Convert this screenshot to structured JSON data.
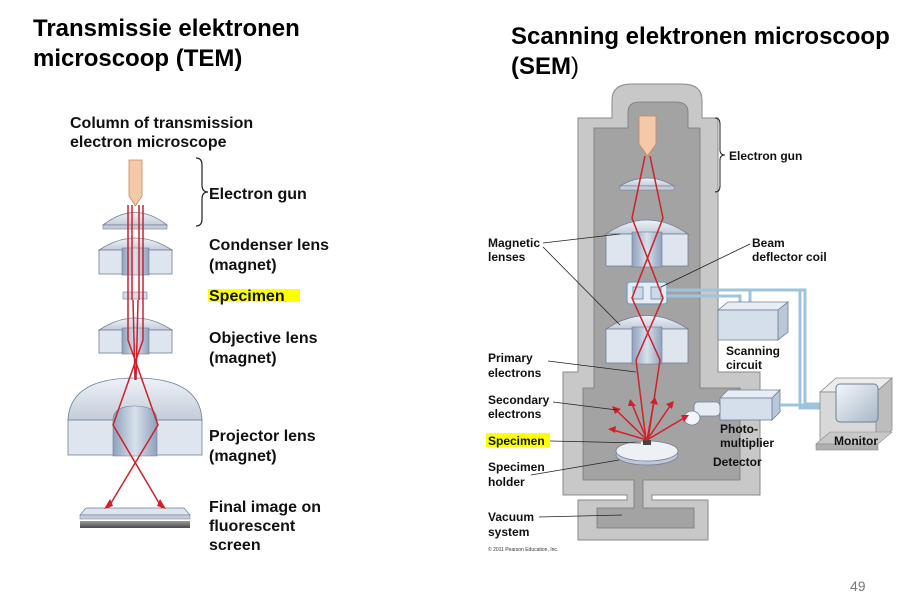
{
  "tem": {
    "title_line1": "Transmissie elektronen",
    "title_line2": "microscoop (TEM)",
    "column_label_line1": "Column of transmission",
    "column_label_line2": "electron microscope",
    "electron_gun": "Electron gun",
    "condenser_line1": "Condenser lens",
    "condenser_line2": "(magnet)",
    "specimen": "Specimen",
    "objective_line1": "Objective lens",
    "objective_line2": "(magnet)",
    "projector_line1": "Projector lens",
    "projector_line2": "(magnet)",
    "final_line1": "Final image on",
    "final_line2": "fluorescent",
    "final_line3": "screen"
  },
  "sem": {
    "title": "Scanning elektronen microscoop (SEM",
    "title_paren": ")",
    "electron_gun": "Electron gun",
    "magnetic_line1": "Magnetic",
    "magnetic_line2": "lenses",
    "beam_line1": "Beam",
    "beam_line2": "deflector coil",
    "scanning_line1": "Scanning",
    "scanning_line2": "circuit",
    "primary_line1": "Primary",
    "primary_line2": "electrons",
    "secondary_line1": "Secondary",
    "secondary_line2": "electrons",
    "specimen": "Specimen",
    "photo_line1": "Photo-",
    "photo_line2": "multiplier",
    "detector": "Detector",
    "monitor": "Monitor",
    "holder_line1": "Specimen",
    "holder_line2": "holder",
    "vacuum_line1": "Vacuum",
    "vacuum_line2": "system",
    "copyright": "© 2011 Pearson Education, Inc."
  },
  "slide_number": "49",
  "colors": {
    "beam": "#d0202a",
    "lens_face": "#dfe5ef",
    "lens_top": "#c7cfdb",
    "lens_bore": "#9fb0c8",
    "sem_outer": "#c8c8c8",
    "sem_inner": "#a3a3a3",
    "gun_tip": "#f5c9a8",
    "highlight": "#ffff00",
    "wire": "#9ec3dd"
  }
}
